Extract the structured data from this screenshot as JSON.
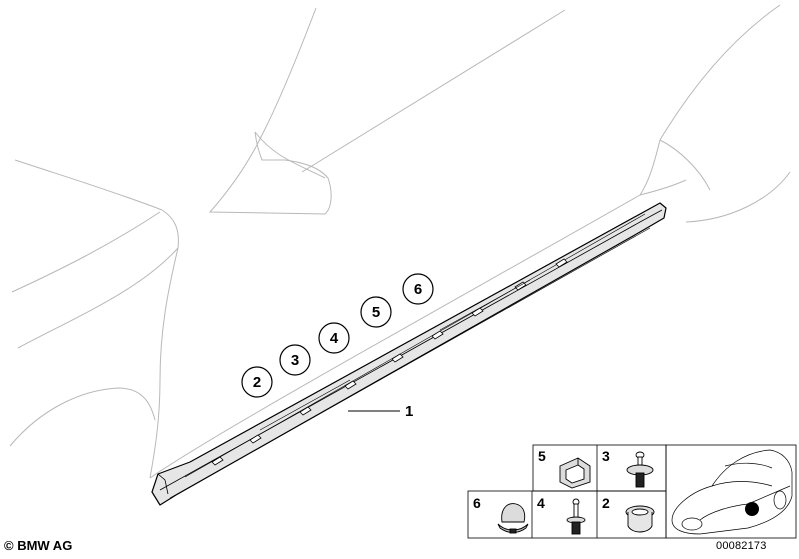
{
  "callouts": [
    {
      "id": "2",
      "label": "2"
    },
    {
      "id": "3",
      "label": "3"
    },
    {
      "id": "4",
      "label": "4"
    },
    {
      "id": "5",
      "label": "5"
    },
    {
      "id": "6",
      "label": "6"
    }
  ],
  "main_part": {
    "label": "1"
  },
  "parts_grid": {
    "cells": [
      {
        "id": "5",
        "label": "5"
      },
      {
        "id": "3",
        "label": "3"
      },
      {
        "id": "6",
        "label": "6"
      },
      {
        "id": "4",
        "label": "4"
      },
      {
        "id": "2",
        "label": "2"
      }
    ]
  },
  "footer": {
    "copyright": "© BMW AG",
    "doc_number": "00082173"
  },
  "colors": {
    "line": "#000000",
    "ghost": "#b8b8b8",
    "sill_fill": "#e6e6e6",
    "locator_dot": "#000000"
  }
}
